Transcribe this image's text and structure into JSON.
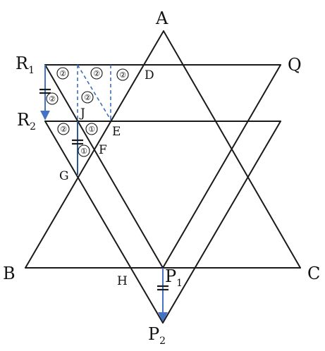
{
  "points": {
    "A": "A",
    "B": "B",
    "C": "C",
    "D": "D",
    "E": "E",
    "F": "F",
    "G": "G",
    "H": "H",
    "J": "J",
    "Q": "Q",
    "R1": {
      "base": "R",
      "sub": "1"
    },
    "R2": {
      "base": "R",
      "sub": "2"
    },
    "P1": {
      "base": "P",
      "sub": "1"
    },
    "P2": {
      "base": "P",
      "sub": "2"
    }
  },
  "ratio_marks": {
    "r1r2": "②",
    "r1j_upper": "②",
    "top_mid": "②",
    "top_right": "②",
    "diag": "②",
    "r2j": "②",
    "je": "①",
    "jf": "①"
  },
  "colors": {
    "lines": "#1a1a1a",
    "arrows": "#4472c4",
    "dashed": "#3f6fb6"
  }
}
